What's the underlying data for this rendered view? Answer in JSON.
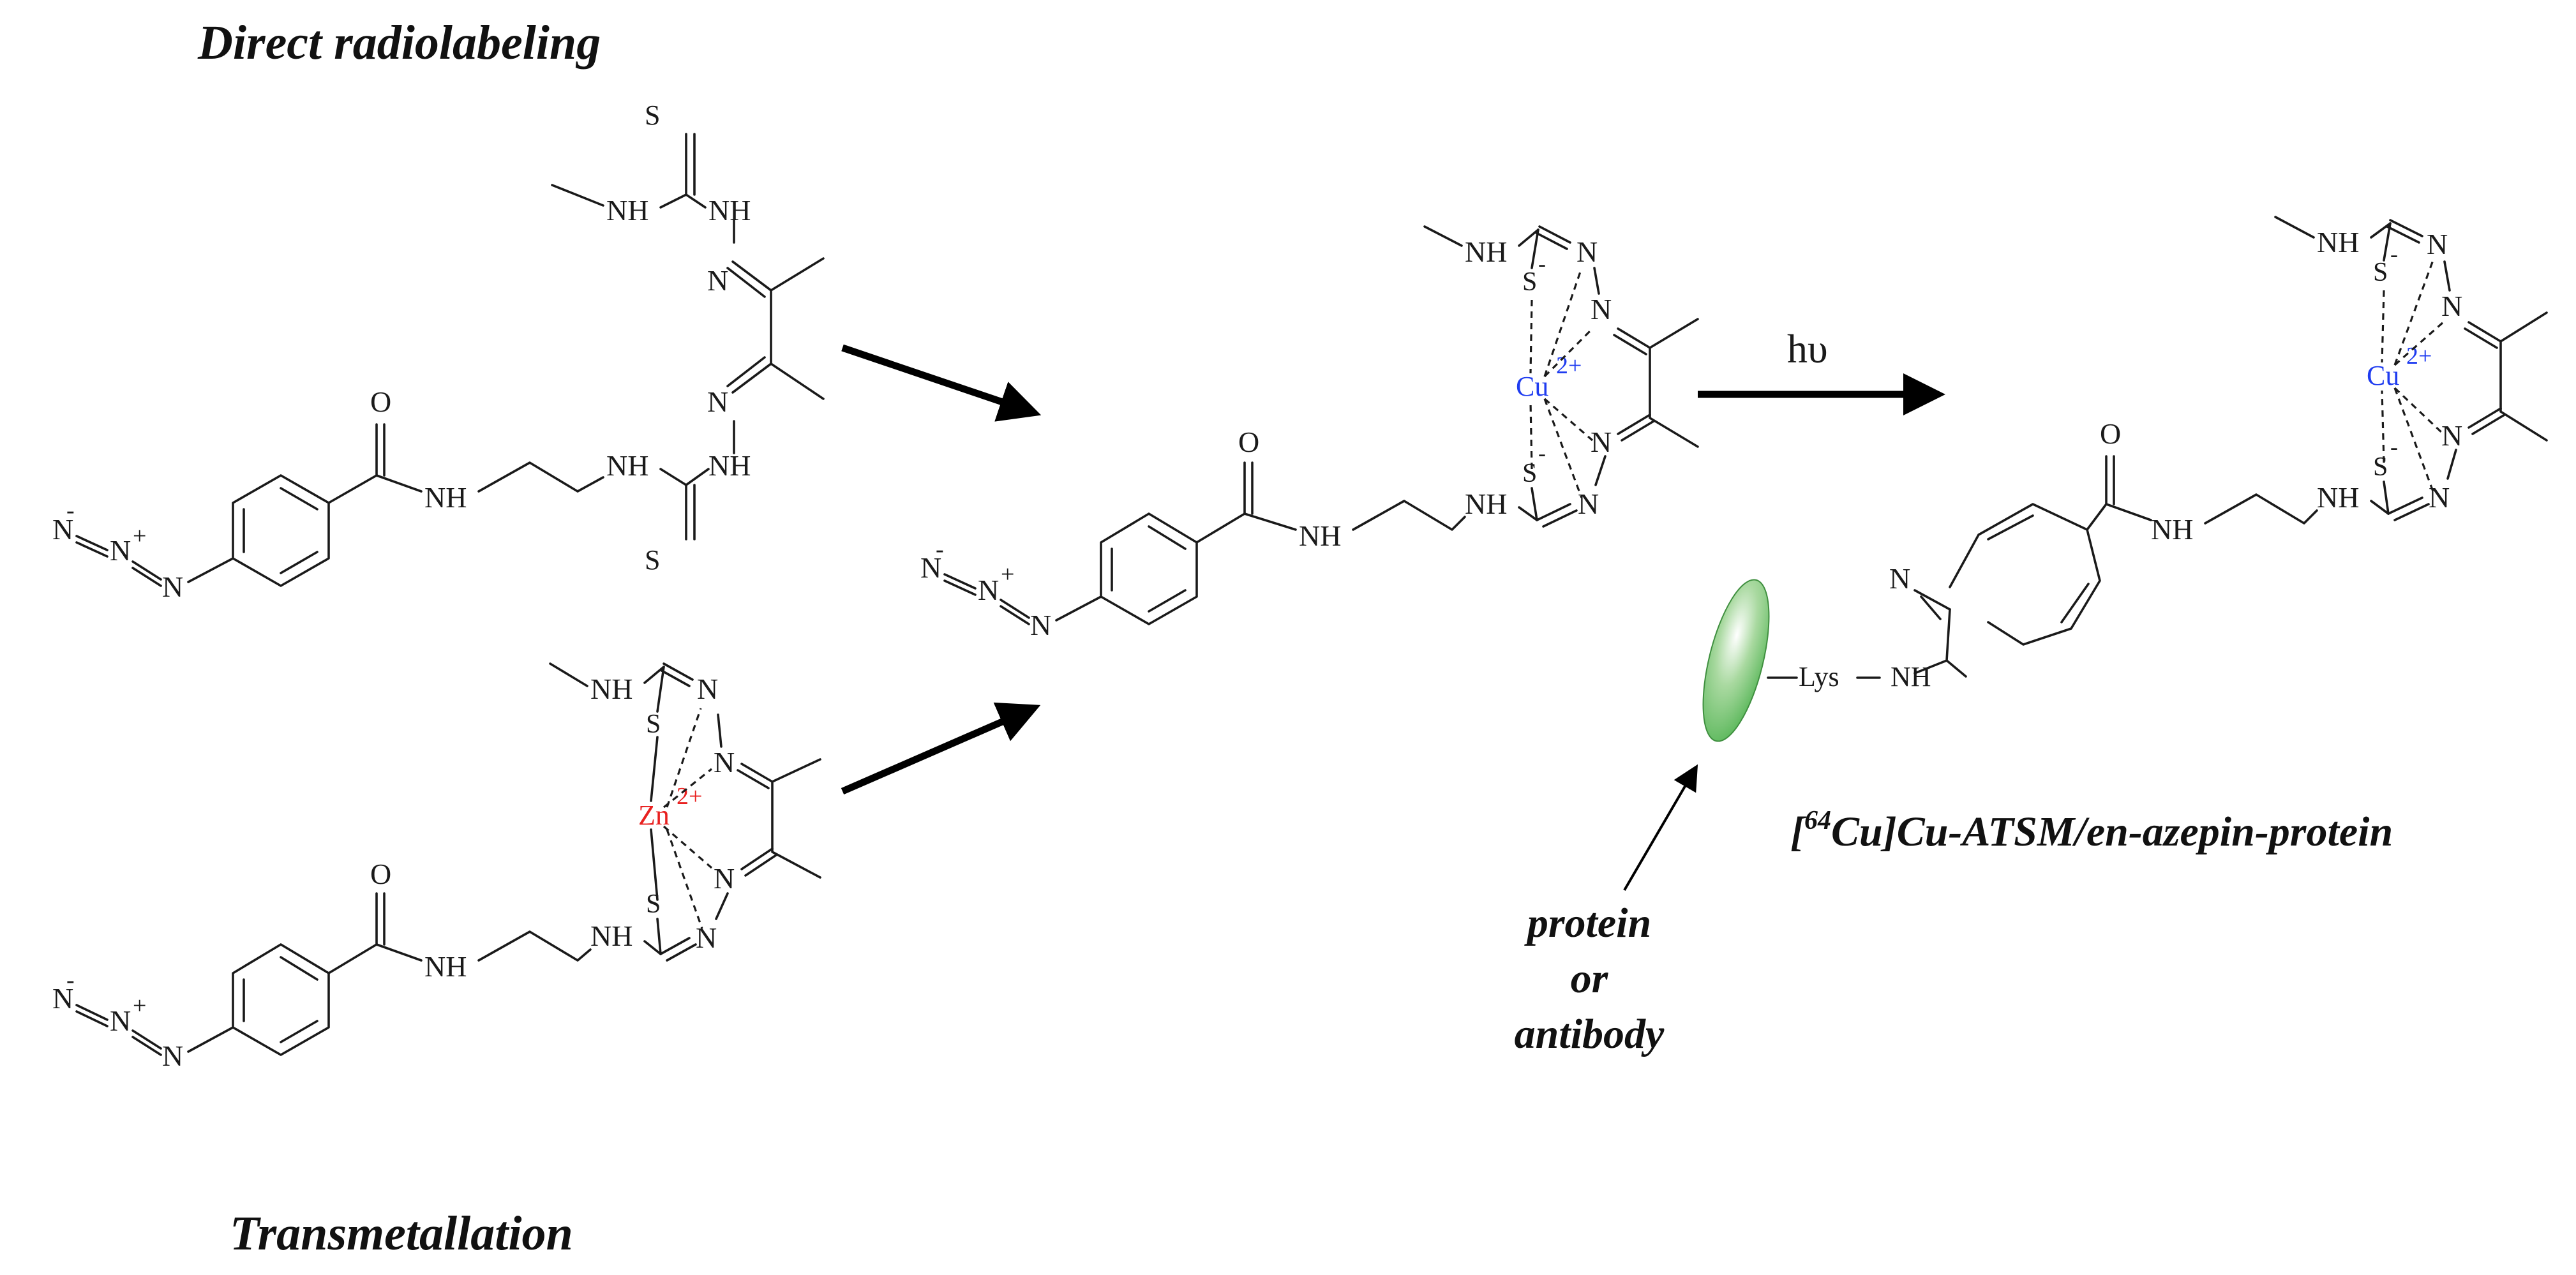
{
  "labels": {
    "direct": "Direct radiolabeling",
    "transmetallation": "Transmetallation",
    "hv": "hυ",
    "product_pre": "[",
    "product_sup": "64",
    "product_post": "Cu]Cu-ATSM/en-azepin-protein",
    "protein_line1": "protein",
    "protein_line2": "or",
    "protein_line3": "antibody"
  },
  "atoms": {
    "O": "O",
    "NH": "NH",
    "N": "N",
    "S": "S",
    "S_minus": "S",
    "minus": "-",
    "plus": "+",
    "Zn": "Zn",
    "Cu": "Cu",
    "charge": "2+",
    "Lys": "Lys"
  },
  "colors": {
    "zinc": "#e8201f",
    "copper": "#1f3cf0",
    "protein": "#5cb85c"
  }
}
